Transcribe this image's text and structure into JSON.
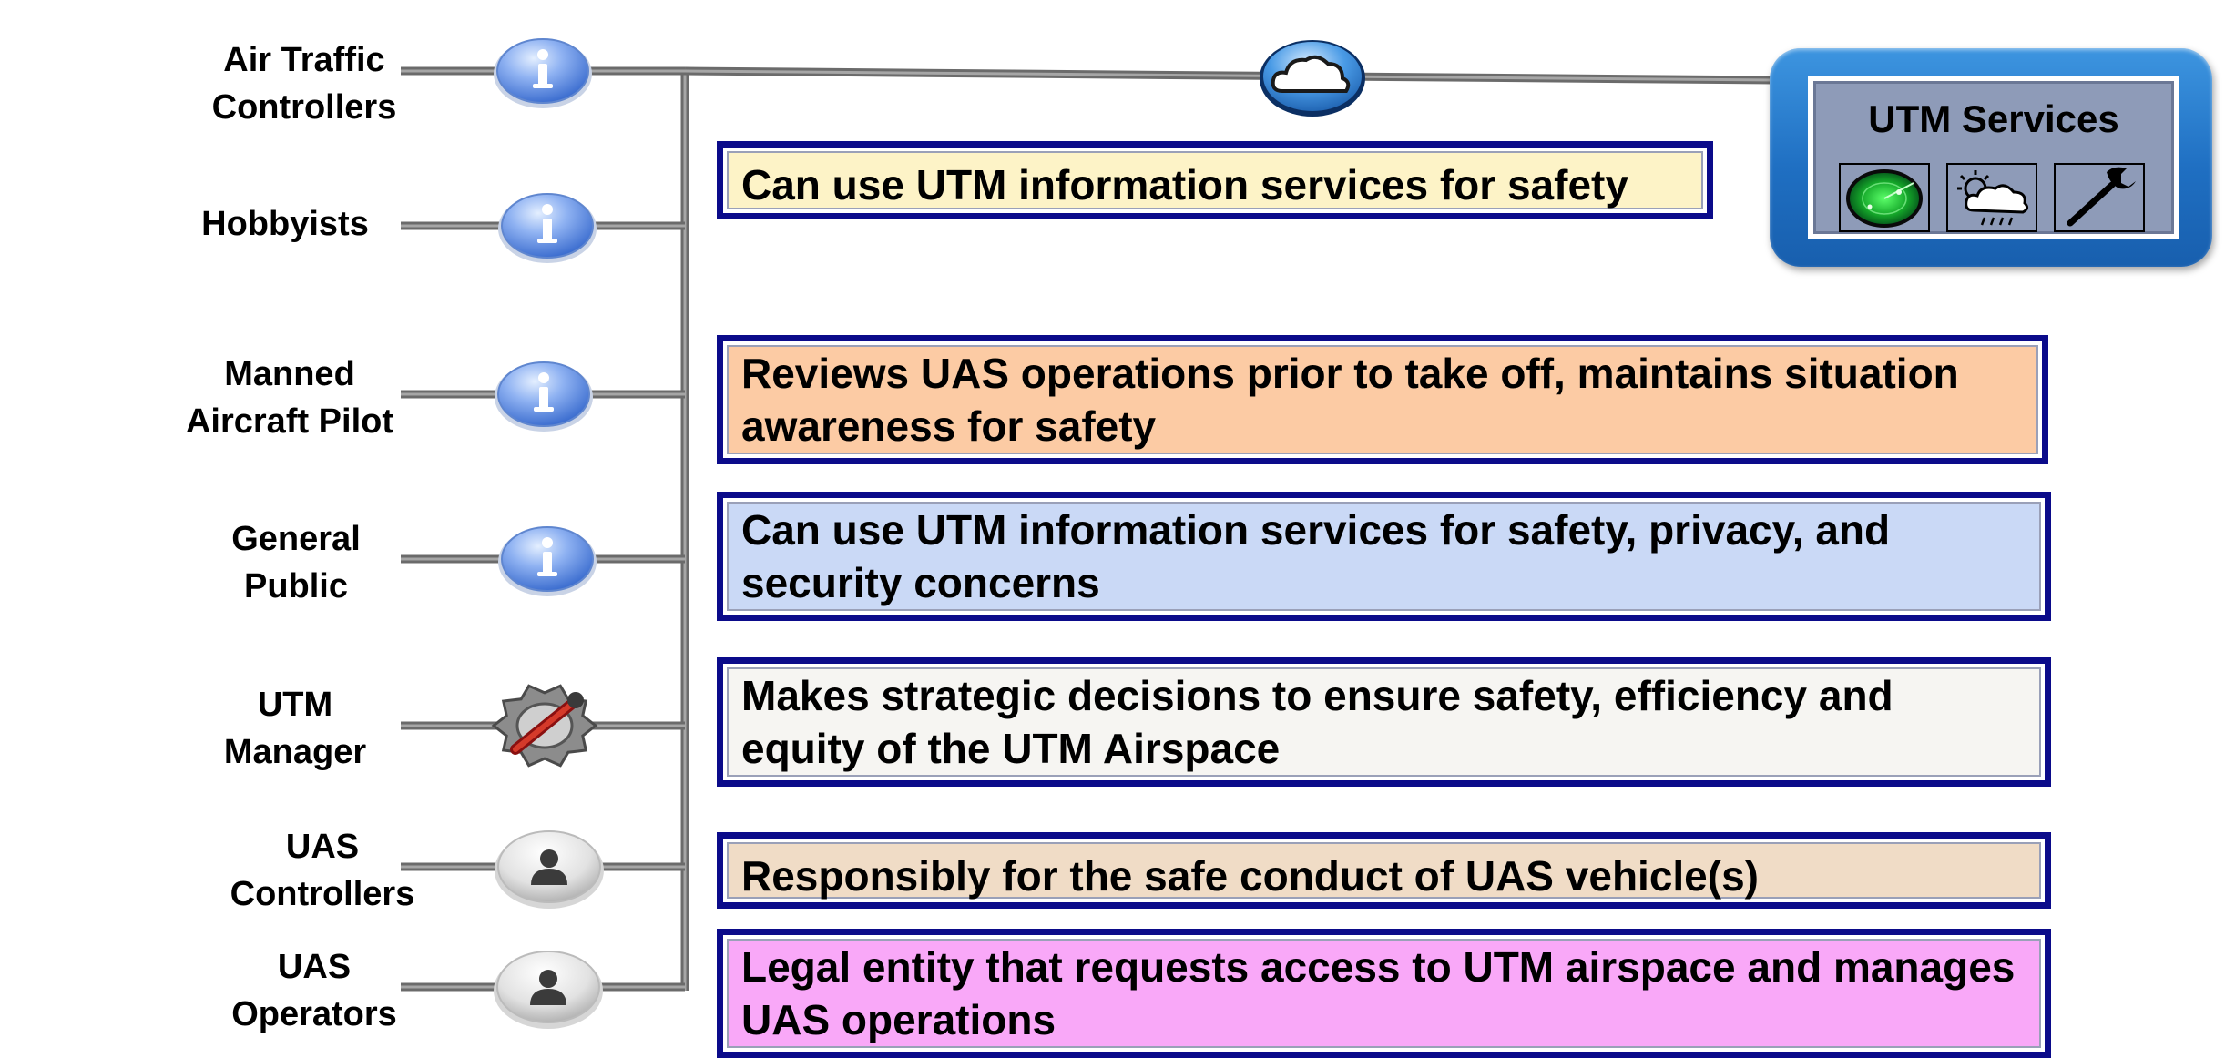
{
  "actors": [
    {
      "id": "air-traffic-controllers",
      "lines": [
        "Air Traffic",
        "Controllers"
      ],
      "icon": "info-icon"
    },
    {
      "id": "hobbyists",
      "lines": [
        "Hobbyists"
      ],
      "icon": "info-icon"
    },
    {
      "id": "manned-aircraft-pilot",
      "lines": [
        "Manned",
        "Aircraft Pilot"
      ],
      "icon": "info-icon"
    },
    {
      "id": "general-public",
      "lines": [
        "General",
        "Public"
      ],
      "icon": "info-icon"
    },
    {
      "id": "utm-manager",
      "lines": [
        "UTM",
        "Manager"
      ],
      "icon": "gear-wrench-icon"
    },
    {
      "id": "uas-controllers",
      "lines": [
        "UAS",
        "Controllers"
      ],
      "icon": "person-icon"
    },
    {
      "id": "uas-operators",
      "lines": [
        "UAS",
        "Operators"
      ],
      "icon": "person-icon"
    }
  ],
  "descriptions": [
    {
      "text": "Can use UTM information services for safety",
      "color": "#fdf3c7"
    },
    {
      "text": "Reviews UAS operations prior to take off, maintains situation awareness for safety",
      "color": "#fccba4"
    },
    {
      "text": "Can use UTM information services for safety, privacy, and security concerns",
      "color": "#cad9f6"
    },
    {
      "text": "Makes strategic decisions to ensure safety, efficiency and equity of the UTM Airspace",
      "color": "#f6f5f2"
    },
    {
      "text": "Responsibly for the safe conduct of UAS vehicle(s)",
      "color": "#f0dcc6"
    },
    {
      "text": "Legal entity that requests access to UTM airspace and manages UAS operations",
      "color": "#f9a8f8"
    }
  ],
  "connector_icon": "cloud-icon",
  "services": {
    "title": "UTM Services",
    "icons": [
      "radar-icon",
      "weather-icon",
      "wrench-icon"
    ]
  },
  "colors": {
    "box_border": "#0b0b8a",
    "panel_blue": "#1f6fc2",
    "info_blue": "#5c8ee8"
  }
}
